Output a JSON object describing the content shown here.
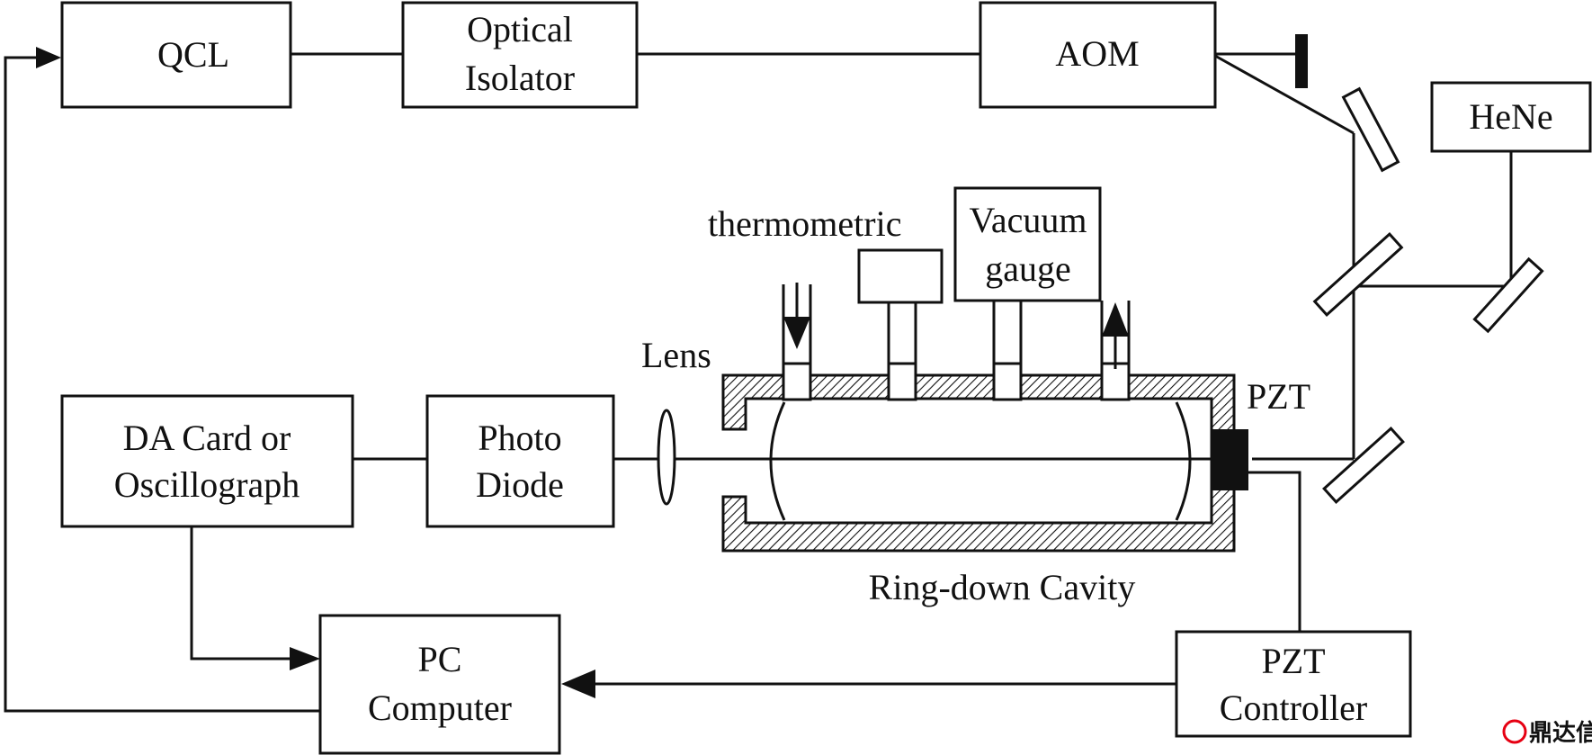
{
  "diagram": {
    "boxes": {
      "qcl": [
        "QCL"
      ],
      "optical_isolator": [
        "Optical",
        "Isolator"
      ],
      "aom": [
        "AOM"
      ],
      "hene": [
        "HeNe"
      ],
      "vacuum_gauge": [
        "Vacuum",
        "gauge"
      ],
      "da_card": [
        "DA Card or",
        "Oscillograph"
      ],
      "photo_diode": [
        "Photo",
        "Diode"
      ],
      "pc_computer": [
        "PC",
        "Computer"
      ],
      "pzt_controller": [
        "PZT",
        "Controller"
      ]
    },
    "labels": {
      "thermometric": "thermometric",
      "lens": "Lens",
      "pzt": "PZT",
      "cavity": "Ring-down Cavity"
    },
    "watermark": "鼎达信"
  }
}
